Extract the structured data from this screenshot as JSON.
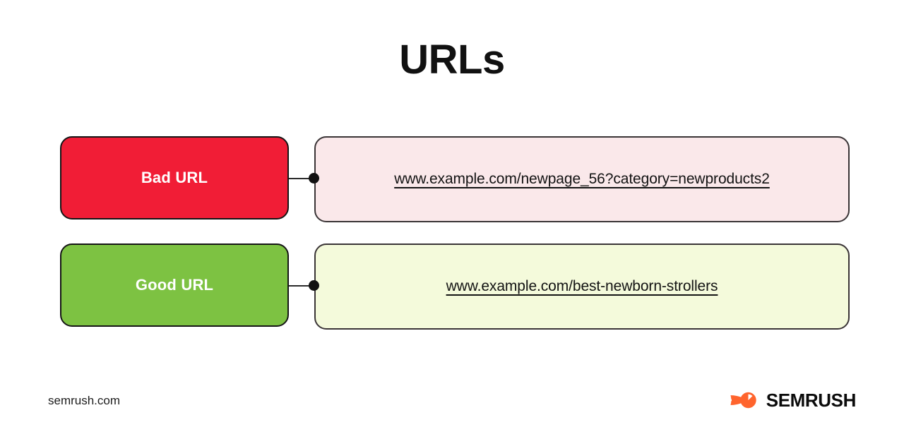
{
  "page": {
    "title": "URLs",
    "background_color": "#FFFFFF"
  },
  "rows": [
    {
      "id": "bad",
      "badge_label": "Bad URL",
      "badge_color": "#F11D36",
      "badge_text_color": "#FFFFFF",
      "panel_color": "#FAE8EA",
      "url": "www.example.com/newpage_56?category=newproducts2"
    },
    {
      "id": "good",
      "badge_label": "Good URL",
      "badge_color": "#7DC242",
      "badge_text_color": "#FFFFFF",
      "panel_color": "#F4FADB",
      "url": "www.example.com/best-newborn-strollers"
    }
  ],
  "footer": {
    "site": "semrush.com",
    "logo_word": "SEMRUSH",
    "logo_color": "#FF642D"
  }
}
